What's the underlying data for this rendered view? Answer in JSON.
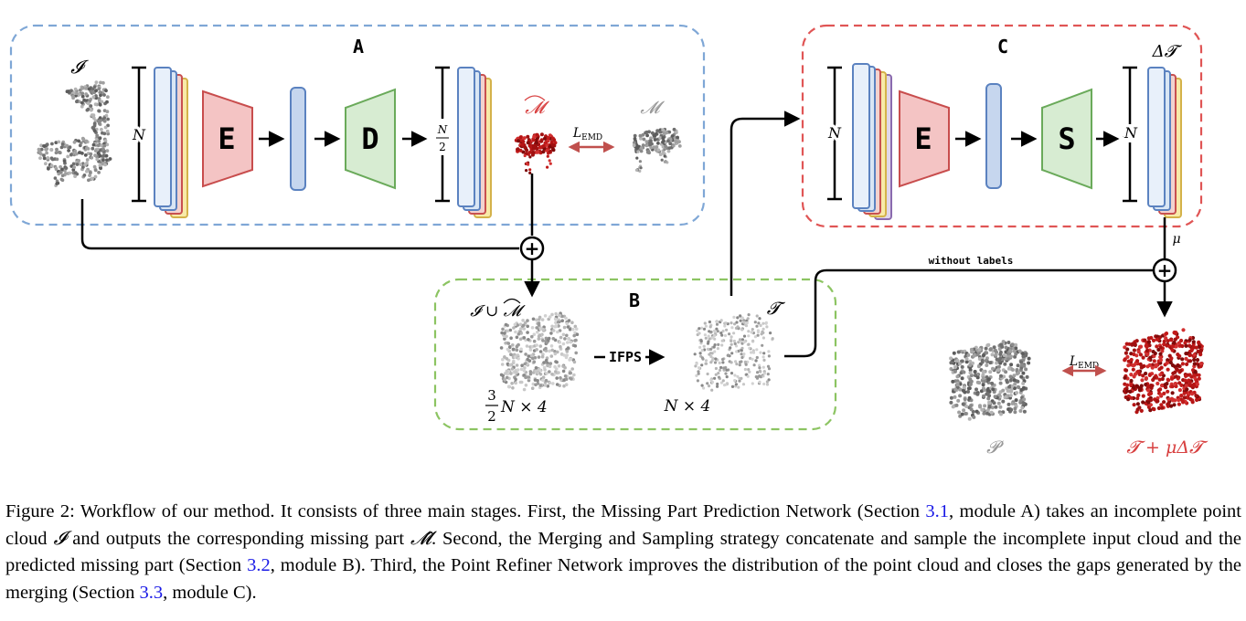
{
  "modules": {
    "a": {
      "label": "A"
    },
    "b": {
      "label": "B"
    },
    "c": {
      "label": "C"
    }
  },
  "blocks": {
    "encoder_a": "E",
    "decoder_a": "D",
    "encoder_c": "E",
    "refiner_c": "S"
  },
  "math": {
    "input": "𝓘",
    "n": "N",
    "n_half_num": "N",
    "n_half_den": "2",
    "missing_pred": "𝓜",
    "missing_gt": "𝓜",
    "emd": "L",
    "emd_sub": "EMD",
    "union": "𝓘 ∪ 𝓜",
    "frac_num": "3",
    "frac_den": "2",
    "size_union": "N × 4",
    "t": "𝓣",
    "size_t": "N × 4",
    "delta_t": "Δ𝓣",
    "n_c_in": "N",
    "n_c_out": "N",
    "mu": "μ",
    "p": "𝓟",
    "result": "𝓣 + μΔ𝓣",
    "plus": "+"
  },
  "labels": {
    "ifps": "IFPS",
    "without_labels": "without labels"
  },
  "colors": {
    "module_a_border": "#7fa7d6",
    "module_b_border": "#8cc462",
    "module_c_border": "#e05555",
    "encoder_fill": "#f4c4c4",
    "encoder_stroke": "#c84d4d",
    "decoder_fill": "#d7ecd2",
    "decoder_stroke": "#6aaa5a",
    "latent_fill": "#c6d6ee",
    "latent_stroke": "#5b82c0",
    "predicted_red": "#b01818",
    "gray_cloud": "#8a8a8a"
  },
  "caption": {
    "prefix": "Figure 2: Workflow of our method. It consists of three main stages. First, the Missing Part Prediction Network (Section ",
    "ref1": "3.1",
    "part2": ", module A) takes an incomplete point cloud ",
    "sym_i": "𝓘",
    "part3": " and outputs the corresponding missing part ",
    "sym_m": "𝓜̂",
    "part4": ". Second, the Merging and Sampling strategy concatenate and sample the incomplete input cloud and the predicted missing part (Section ",
    "ref2": "3.2",
    "part5": ", module B). Third, the Point Refiner Network improves the distribution of the point cloud and closes the gaps generated by the merging (Section ",
    "ref3": "3.3",
    "part6": ", module C)."
  }
}
